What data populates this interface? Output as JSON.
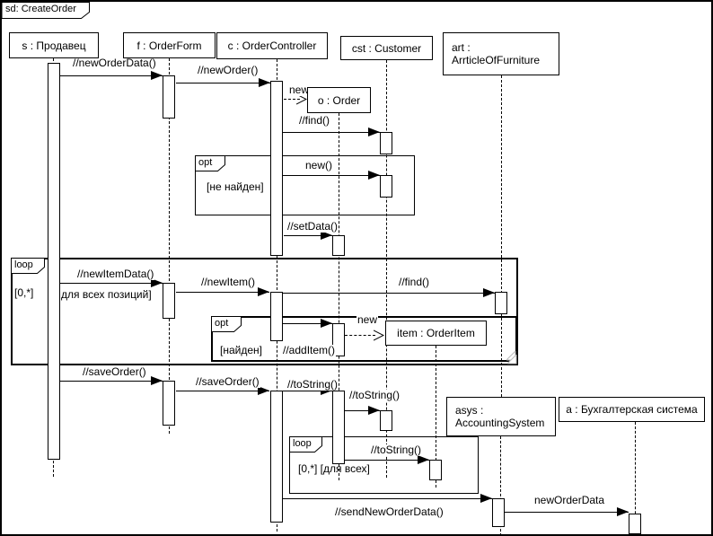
{
  "frame": {
    "title": "sd: CreateOrder"
  },
  "colors": {
    "line": "#000000",
    "background": "#ffffff"
  },
  "lifelines": [
    {
      "id": "s",
      "label": "s : Продавец"
    },
    {
      "id": "f",
      "label": "f : OrderForm"
    },
    {
      "id": "c",
      "label": "c : OrderController"
    },
    {
      "id": "cst",
      "label": "cst : Customer"
    },
    {
      "id": "art",
      "line1": "art :",
      "line2": "ArrticleOfFurniture"
    },
    {
      "id": "o",
      "label": "o : Order"
    },
    {
      "id": "item",
      "label": "item : OrderItem"
    },
    {
      "id": "asys",
      "line1": "asys :",
      "line2": "AccountingSystem"
    },
    {
      "id": "a",
      "label": "a : Бухгалтерская система"
    }
  ],
  "fragments": [
    {
      "operator": "opt",
      "guard": "[не найден]"
    },
    {
      "operator": "loop",
      "guard": "[0,*]",
      "guard_note": "для всех позиций]"
    },
    {
      "operator": "opt",
      "guard": "[найден]"
    },
    {
      "operator": "loop",
      "guard": "[0,*] [для всех]"
    }
  ],
  "messages": [
    {
      "label": "//newOrderData()",
      "from": "s",
      "to": "f",
      "kind": "sync"
    },
    {
      "label": "//newOrder()",
      "from": "f",
      "to": "c",
      "kind": "sync"
    },
    {
      "label": "new",
      "from": "c",
      "to": "o",
      "kind": "create"
    },
    {
      "label": "//find()",
      "from": "c",
      "to": "cst",
      "kind": "sync"
    },
    {
      "label": "new()",
      "from": "c",
      "to": "cst",
      "kind": "sync"
    },
    {
      "label": "//setData()",
      "from": "c",
      "to": "o",
      "kind": "sync"
    },
    {
      "label": "//newItemData()",
      "from": "s",
      "to": "f",
      "kind": "sync"
    },
    {
      "label": "//newItem()",
      "from": "f",
      "to": "c",
      "kind": "sync"
    },
    {
      "label": "//find()",
      "from": "c",
      "to": "art",
      "kind": "sync"
    },
    {
      "label": "//addItem()",
      "from": "c",
      "to": "o",
      "kind": "sync"
    },
    {
      "label": "new",
      "from": "o",
      "to": "item",
      "kind": "create"
    },
    {
      "label": "//saveOrder()",
      "from": "s",
      "to": "f",
      "kind": "sync"
    },
    {
      "label": "//saveOrder()",
      "from": "f",
      "to": "c",
      "kind": "sync"
    },
    {
      "label": "//toString()",
      "from": "c",
      "to": "o",
      "kind": "sync"
    },
    {
      "label": "//toString()",
      "from": "o",
      "to": "cst",
      "kind": "sync"
    },
    {
      "label": "//toString()",
      "from": "o",
      "to": "item",
      "kind": "sync"
    },
    {
      "label": "//sendNewOrderData()",
      "from": "c",
      "to": "asys",
      "kind": "sync"
    },
    {
      "label": "newOrderData",
      "from": "asys",
      "to": "a",
      "kind": "sync"
    }
  ]
}
